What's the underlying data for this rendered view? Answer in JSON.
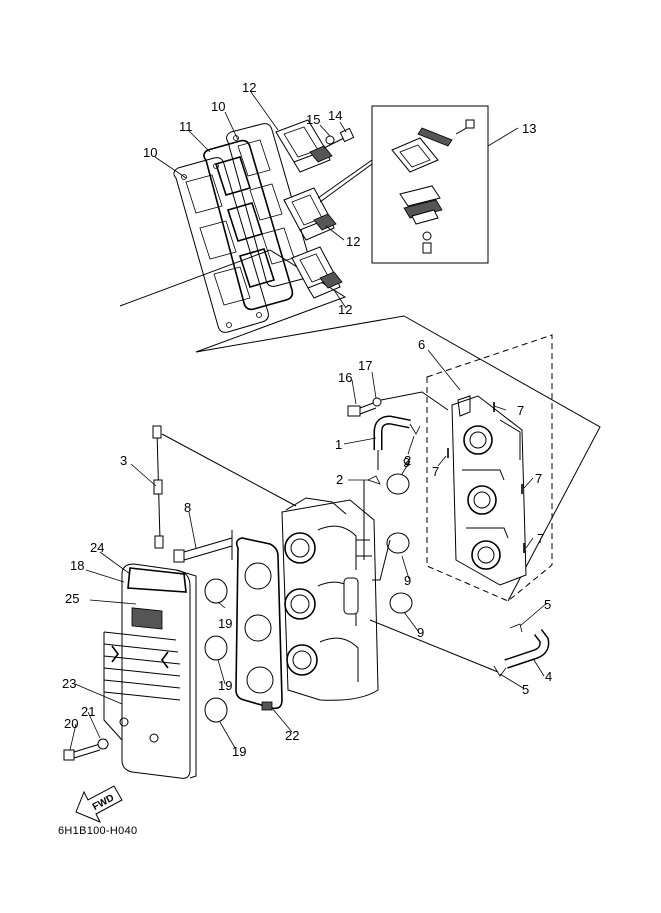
{
  "diagram": {
    "reference_code": "6H1B100-H040",
    "direction_marker": "FWD",
    "callouts": [
      {
        "id": "c10a",
        "number": "10"
      },
      {
        "id": "c11",
        "number": "11"
      },
      {
        "id": "c10b",
        "number": "10"
      },
      {
        "id": "c12a",
        "number": "12"
      },
      {
        "id": "c15",
        "number": "15"
      },
      {
        "id": "c14",
        "number": "14"
      },
      {
        "id": "c13",
        "number": "13"
      },
      {
        "id": "c12b",
        "number": "12"
      },
      {
        "id": "c12c",
        "number": "12"
      },
      {
        "id": "c6",
        "number": "6"
      },
      {
        "id": "c17",
        "number": "17"
      },
      {
        "id": "c16",
        "number": "16"
      },
      {
        "id": "c7a",
        "number": "7"
      },
      {
        "id": "c1",
        "number": "1"
      },
      {
        "id": "c2a",
        "number": "2"
      },
      {
        "id": "c7b",
        "number": "7"
      },
      {
        "id": "c3",
        "number": "3"
      },
      {
        "id": "c2b",
        "number": "2"
      },
      {
        "id": "c9a",
        "number": "9"
      },
      {
        "id": "c7c",
        "number": "7"
      },
      {
        "id": "c8",
        "number": "8"
      },
      {
        "id": "c7d",
        "number": "7"
      },
      {
        "id": "c24",
        "number": "24"
      },
      {
        "id": "c18",
        "number": "18"
      },
      {
        "id": "c9b",
        "number": "9"
      },
      {
        "id": "c25",
        "number": "25"
      },
      {
        "id": "c19a",
        "number": "19"
      },
      {
        "id": "c5a",
        "number": "5"
      },
      {
        "id": "c9c",
        "number": "9"
      },
      {
        "id": "c19b",
        "number": "19"
      },
      {
        "id": "c4",
        "number": "4"
      },
      {
        "id": "c23",
        "number": "23"
      },
      {
        "id": "c5b",
        "number": "5"
      },
      {
        "id": "c21",
        "number": "21"
      },
      {
        "id": "c20",
        "number": "20"
      },
      {
        "id": "c22",
        "number": "22"
      },
      {
        "id": "c19c",
        "number": "19"
      }
    ]
  }
}
